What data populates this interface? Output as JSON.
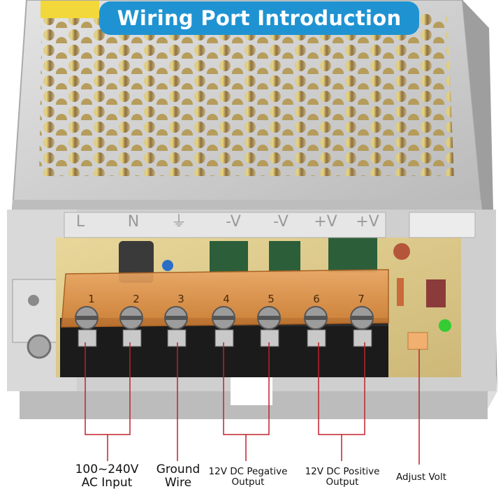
{
  "title": "Wiring Port Introduction",
  "terminal_panel_symbols": [
    "L",
    "N",
    "⏚",
    "-V",
    "-V",
    "+V",
    "+V"
  ],
  "terminal_numbers": [
    "1",
    "2",
    "3",
    "4",
    "5",
    "6",
    "7"
  ],
  "labels": {
    "ac_input_line1": "100~240V",
    "ac_input_line2": "AC Input",
    "ground_line1": "Ground",
    "ground_line2": "Wire",
    "neg_output_line1": "12V DC Pegative",
    "neg_output_line2": "Output",
    "pos_output_line1": "12V DC Positive",
    "pos_output_line2": "Output",
    "adjust_volt": "Adjust Volt"
  },
  "colors": {
    "title_background": "#1f93d2",
    "leader_lines": "#c0212a",
    "terminal_cover": "#d9873a",
    "terminal_block": "#1b1b1b",
    "chassis": "#c9c9c9",
    "led": "#33cc33"
  }
}
